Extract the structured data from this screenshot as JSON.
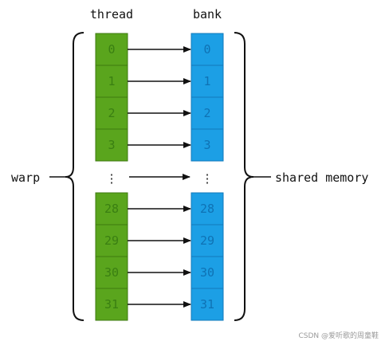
{
  "headers": {
    "thread": "thread",
    "bank": "bank"
  },
  "left_label": "warp",
  "right_label": "shared memory",
  "ellipsis": "⋮",
  "threads": [
    "0",
    "1",
    "2",
    "3",
    "28",
    "29",
    "30",
    "31"
  ],
  "banks": [
    "0",
    "1",
    "2",
    "3",
    "28",
    "29",
    "30",
    "31"
  ],
  "watermark": "CSDN @爱听歌的周童鞋",
  "colors": {
    "thread_fill": "#5aa51d",
    "thread_border": "#3d7a10",
    "thread_text": "#3a7f12",
    "bank_fill": "#1c9fe5",
    "bank_border": "#1279bb",
    "bank_text": "#0f72b4",
    "line": "#111111"
  }
}
